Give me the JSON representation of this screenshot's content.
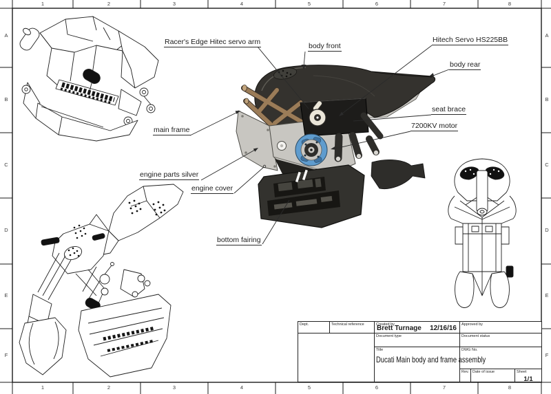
{
  "sheet": {
    "zones": {
      "columns": [
        "1",
        "2",
        "3",
        "4",
        "5",
        "6",
        "7",
        "8"
      ],
      "rows": [
        "A",
        "B",
        "C",
        "D",
        "E",
        "F"
      ]
    }
  },
  "callouts": {
    "racers_edge": "Racer's Edge Hitec servo arm",
    "body_front": "body front",
    "hitech_servo": "Hitech Servo HS225BB",
    "body_rear": "body rear",
    "seat_brace": "seat brace",
    "motor": "7200KV motor",
    "main_frame": "main frame",
    "engine_parts": "engine parts silver",
    "engine_cover": "engine cover",
    "bottom_fairing": "bottom fairing"
  },
  "title_block": {
    "dept_label": "Dept.",
    "technical_reference_label": "Technical reference",
    "created_by_label": "Created by",
    "created_by_value": "Brett Turnage",
    "created_date": "12/16/16",
    "approved_by_label": "Approved by",
    "document_type_label": "Document type",
    "document_status_label": "Document status",
    "title_label": "Title",
    "title_value": "Ducati Main body and frame assembly",
    "dwg_label": "DWG No.",
    "rev_label": "Rev.",
    "date_of_issue_label": "Date of issue",
    "sheet_label": "Sheet",
    "sheet_value": "1/1"
  },
  "colors": {
    "body_dark": "#34322e",
    "frame_brown": "#9b7c58",
    "engine_silver": "#c8c6c1",
    "motor_blue": "#5f9cce",
    "fairing_dark": "#33322e",
    "servo_ivory": "#ebe6d9",
    "line": "#1f1f1f"
  }
}
